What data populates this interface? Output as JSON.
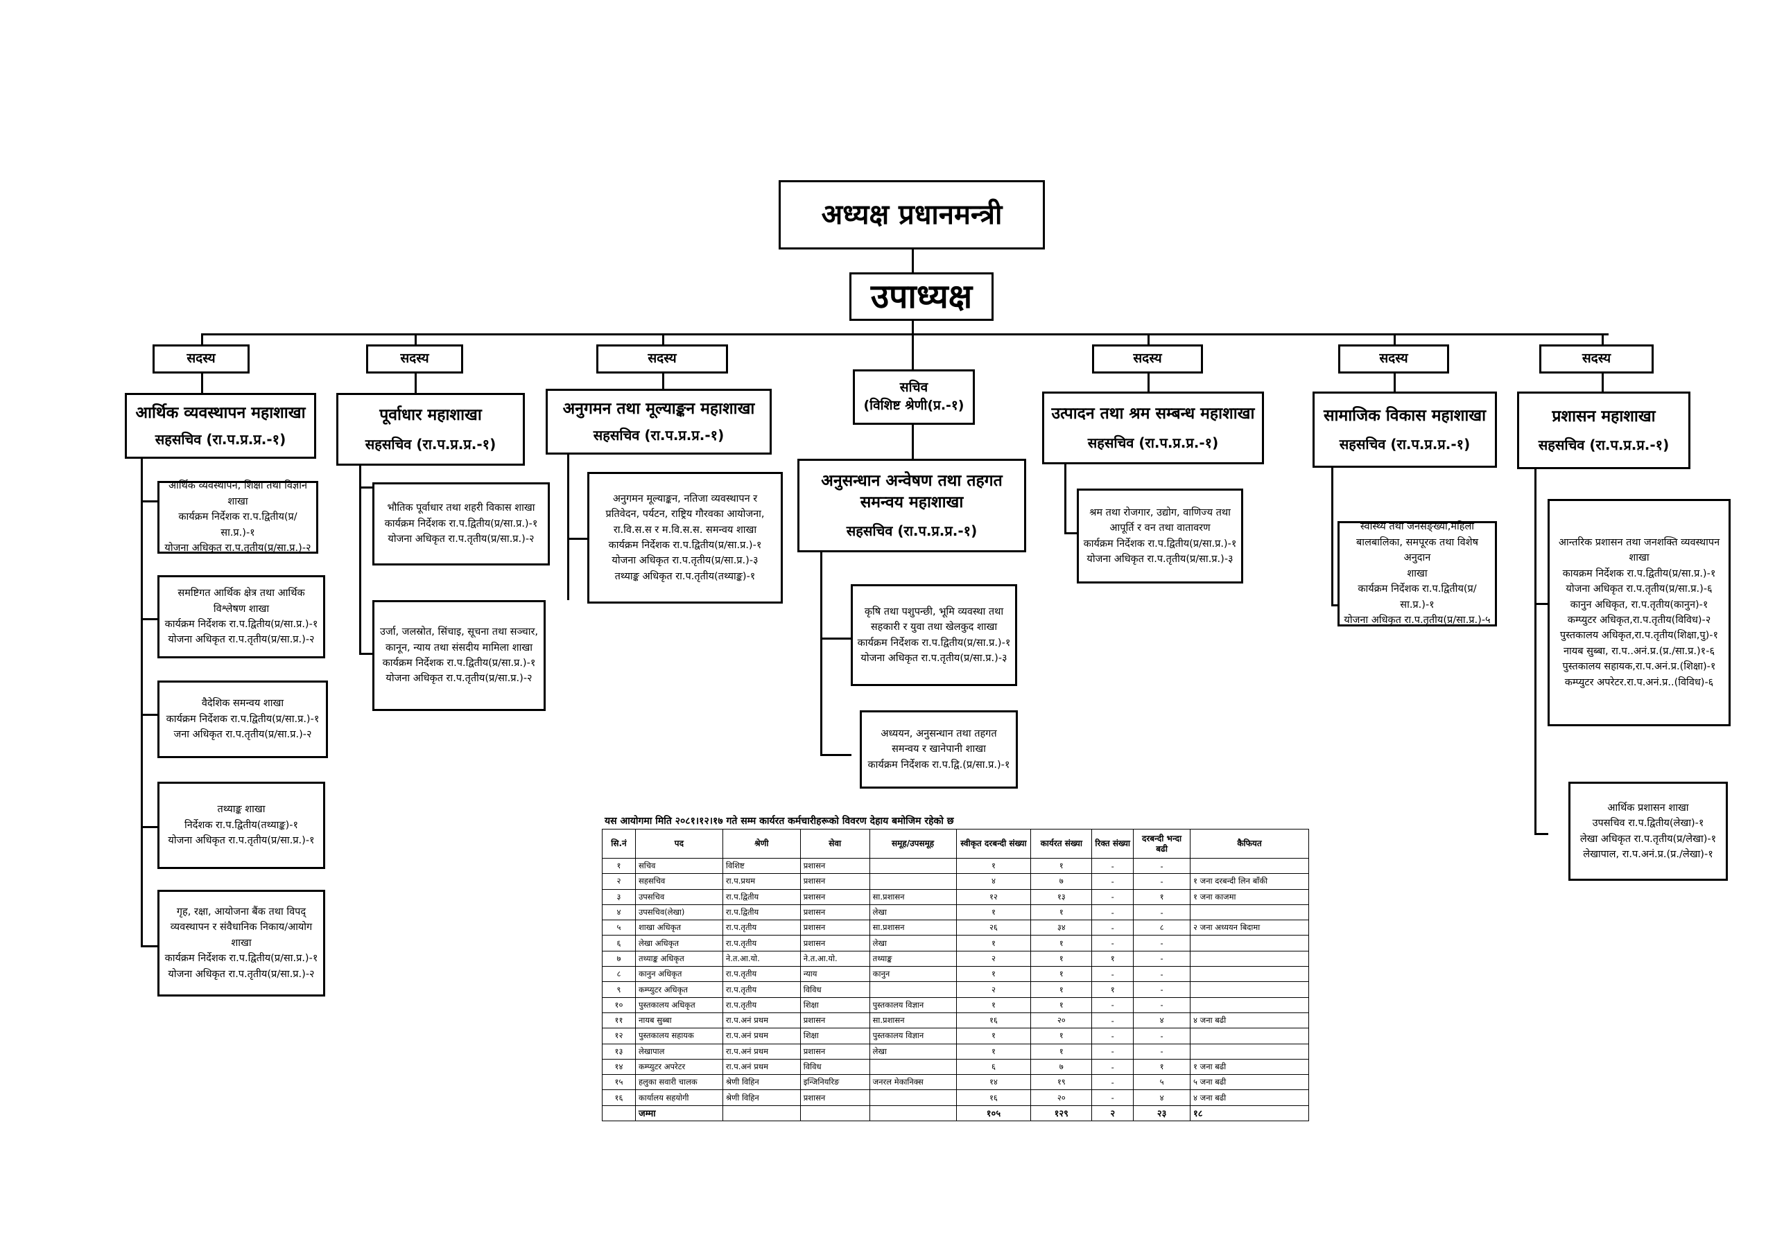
{
  "chairman": "अध्यक्ष प्रधानमन्त्री",
  "vice_chairman": "उपाध्यक्ष",
  "member_label": "सदस्य",
  "secretary": {
    "line1": "सचिव",
    "line2": "(विशिष्ट श्रेणी(प्र.-१)"
  },
  "divisions": [
    {
      "name": "आर्थिक व्यवस्थापन महाशाखा",
      "head": "सहसचिव (रा.प.प्र.प्र.-१)",
      "sections": [
        [
          "आर्थिक व्यवस्थापन, शिक्षा तथा विज्ञान",
          "शाखा",
          "कार्यक्रम निर्देशक रा.प.द्वितीय(प्र/सा.प्र.)-१",
          "योजना अधिकृत रा.प.तृतीय(प्र/सा.प्र.)-२"
        ],
        [
          "समष्टिगत आर्थिक क्षेत्र तथा आर्थिक",
          "विश्लेषण शाखा",
          "कार्यक्रम निर्देशक रा.प.द्वितीय(प्र/सा.प्र.)-१",
          "योजना अधिकृत रा.प.तृतीय(प्र/सा.प्र.)-२"
        ],
        [
          "वैदेशिक समन्वय शाखा",
          "कार्यक्रम निर्देशक रा.प.द्वितीय(प्र/सा.प्र.)-१",
          "जना अधिकृत रा.प.तृतीय(प्र/सा.प्र.)-२"
        ],
        [
          "तथ्याङ्क शाखा",
          "निर्देशक रा.प.द्वितीय(तथ्याङ्क)-१",
          "योजना अधिकृत रा.प.तृतीय(प्र/सा.प्र.)-१"
        ],
        [
          "गृह, रक्षा, आयोजना बैंक तथा विपद्",
          "व्यवस्थापन र संवैधानिक निकाय/आयोग",
          "शाखा",
          "कार्यक्रम निर्देशक रा.प.द्वितीय(प्र/सा.प्र.)-१",
          "योजना अधिकृत रा.प.तृतीय(प्र/सा.प्र.)-२"
        ]
      ]
    },
    {
      "name": "पूर्वाधार महाशाखा",
      "head": "सहसचिव (रा.प.प्र.प्र.-१)",
      "sections": [
        [
          "भौतिक पूर्वाधार तथा शहरी विकास शाखा",
          "कार्यक्रम निर्देशक रा.प.द्वितीय(प्र/सा.प्र.)-१",
          "योजना अधिकृत रा.प.तृतीय(प्र/सा.प्र.)-२"
        ],
        [
          "उर्जा, जलस्रोत, सिंचाइ, सूचना तथा सञ्चार,",
          "कानून, न्याय तथा संसदीय मामिला शाखा",
          "कार्यक्रम निर्देशक रा.प.द्वितीय(प्र/सा.प्र.)-१",
          "योजना अधिकृत रा.प.तृतीय(प्र/सा.प्र.)-२"
        ]
      ]
    },
    {
      "name": "अनुगमन तथा मूल्याङ्कन महाशाखा",
      "head": "सहसचिव (रा.प.प्र.प्र.-१)",
      "sections": [
        [
          "अनुगमन मूल्याङ्कन, नतिजा व्यवस्थापन र",
          "प्रतिवेदन, पर्यटन, राष्ट्रिय गौरवका आयोजना,",
          "रा.वि.स.स र म.वि.स.स. समन्वय शाखा",
          "कार्यक्रम निर्देशक रा.प.द्वितीय(प्र/सा.प्र.)-१",
          "योजना अधिकृत रा.प.तृतीय(प्र/सा.प्र.)-३",
          "तथ्याङ्क अधिकृत रा.प.तृतीय(तथ्याङ्क)-१"
        ]
      ]
    },
    {
      "name1": "अनुसन्धान अन्वेषण तथा तहगत",
      "name2": "समन्वय महाशाखा",
      "head": "सहसचिव (रा.प.प्र.प्र.-१)",
      "sections": [
        [
          "कृषि तथा पशुपन्छी, भूमि व्यवस्था तथा",
          "सहकारी र युवा तथा खेलकुद शाखा",
          "कार्यक्रम निर्देशक रा.प.द्वितीय(प्र/सा.प्र.)-१",
          "योजना अधिकृत रा.प.तृतीय(प्र/सा.प्र.)-३"
        ],
        [
          "अध्ययन, अनुसन्धान तथा तहगत",
          "समन्वय र खानेपानी शाखा",
          "कार्यक्रम निर्देशक रा.प.द्वि.(प्र/सा.प्र.)-१"
        ]
      ]
    },
    {
      "name": "उत्पादन तथा श्रम सम्बन्ध महाशाखा",
      "head": "सहसचिव (रा.प.प्र.प्र.-१)",
      "sections": [
        [
          "श्रम तथा रोजगार, उद्योग, वाणिज्य तथा",
          "आपूर्ति र वन तथा वातावरण",
          "कार्यक्रम निर्देशक रा.प.द्वितीय(प्र/सा.प्र.)-१",
          "योजना अधिकृत रा.प.तृतीय(प्र/सा.प्र.)-३"
        ]
      ]
    },
    {
      "name": "सामाजिक विकास महाशाखा",
      "head": "सहसचिव (रा.प.प्र.प्र.-१)",
      "sections": [
        [
          "स्वास्थ्य तथा जनसङ्ख्या,महिला",
          "बालबालिका, समपूरक तथा विशेष अनुदान",
          "शाखा",
          "कार्यक्रम निर्देशक रा.प.द्वितीय(प्र/सा.प्र.)-१",
          "योजना अधिकृत रा.प.तृतीय(प्र/सा.प्र.)-५"
        ]
      ]
    },
    {
      "name": "प्रशासन महाशाखा",
      "head": "सहसचिव (रा.प.प्र.प्र.-१)",
      "sections": [
        [
          "आन्तरिक प्रशासन तथा जनशक्ति व्यवस्थापन",
          "शाखा",
          "कायक्रम निर्देशक रा.प.द्वितीय(प्र/सा.प्र.)-१",
          "योजना अधिकृत रा.प.तृतीय(प्र/सा.प्र.)-६",
          "कानुन अधिकृत, रा.प.तृतीय(कानुन)-१",
          "कम्प्युटर अधिकृत,रा.प.तृतीय(विविध)-२",
          "पुस्तकालय अधिकृत,रा.प.तृतीय(शिक्षा,पु)-१",
          "नायब सुब्बा, रा.प..अनं.प्र.(प्र./सा.प्र.)१-६",
          "पुस्तकालय सहायक,रा.प.अनं.प्र.(शिक्षा)-१",
          "कम्प्युटर अपरेटर.रा.प.अनं.प्र..(विविध)-६"
        ],
        [
          "आर्थिक प्रशासन शाखा",
          "उपसचिव रा.प.द्वितीय(लेखा)-१",
          "लेखा अधिकृत रा.प.तृतीय(प्र/लेखा)-१",
          "लेखापाल, रा.प.अनं.प्र.(प्र./लेखा)-१"
        ]
      ]
    }
  ],
  "staff_table": {
    "caption": "यस आयोगमा मिति २०८१।१२।१७ गते सम्म कार्यरत कर्मचारीहरूको विवरण देहाय बमोजिम रहेको छ",
    "headers": [
      "सि.नं",
      "पद",
      "श्रेणी",
      "सेवा",
      "समूह/उपसमूह",
      "स्वीकृत दरबन्दी संख्या",
      "कार्यरत संख्या",
      "रिक्त संख्या",
      "दरबन्दी भन्दा बढी",
      "कैफियत"
    ],
    "rows": [
      [
        "१",
        "सचिव",
        "विशिष्ट",
        "प्रशासन",
        "",
        "१",
        "१",
        "-",
        "-",
        ""
      ],
      [
        "२",
        "सहसचिव",
        "रा.प.प्रथम",
        "प्रशासन",
        "",
        "४",
        "७",
        "-",
        "-",
        "१ जना दरबन्दी लिन बाँकी"
      ],
      [
        "३",
        "उपसचिव",
        "रा.प.द्वितीय",
        "प्रशासन",
        "सा.प्रशासन",
        "१२",
        "१३",
        "-",
        "१",
        "१ जना काजमा"
      ],
      [
        "४",
        "उपसचिव(लेखा)",
        "रा.प.द्वितीय",
        "प्रशासन",
        "लेखा",
        "१",
        "१",
        "-",
        "-",
        ""
      ],
      [
        "५",
        "शाखा अधिकृत",
        "रा.प.तृतीय",
        "प्रशासन",
        "सा.प्रशासन",
        "२६",
        "३४",
        "-",
        "८",
        "२ जना अध्ययन बिदामा"
      ],
      [
        "६",
        "लेखा अधिकृत",
        "रा.प.तृतीय",
        "प्रशासन",
        "लेखा",
        "१",
        "१",
        "-",
        "-",
        ""
      ],
      [
        "७",
        "तथ्याङ्क अधिकृत",
        "ने.त.आ.यो.",
        "ने.त.आ.यो.",
        "तथ्याङ्क",
        "२",
        "१",
        "१",
        "-",
        ""
      ],
      [
        "८",
        "कानुन अधिकृत",
        "रा.प.तृतीय",
        "न्याय",
        "कानुन",
        "१",
        "१",
        "-",
        "-",
        ""
      ],
      [
        "९",
        "कम्प्युटर अधिकृत",
        "रा.प.तृतीय",
        "विविध",
        "",
        "२",
        "१",
        "१",
        "-",
        ""
      ],
      [
        "१०",
        "पुस्तकालय अधिकृत",
        "रा.प.तृतीय",
        "शिक्षा",
        "पुस्तकालय विज्ञान",
        "१",
        "१",
        "-",
        "-",
        ""
      ],
      [
        "११",
        "नायब सुब्बा",
        "रा.प.अनं प्रथम",
        "प्रशासन",
        "सा.प्रशासन",
        "१६",
        "२०",
        "-",
        "४",
        "४ जना बढी"
      ],
      [
        "१२",
        "पुस्तकालय सहायक",
        "रा.प.अनं प्रथम",
        "शिक्षा",
        "पुस्तकालय विज्ञान",
        "१",
        "१",
        "-",
        "-",
        ""
      ],
      [
        "१३",
        "लेखापाल",
        "रा.प.अनं प्रथम",
        "प्रशासन",
        "लेखा",
        "१",
        "१",
        "-",
        "-",
        ""
      ],
      [
        "१४",
        "कम्प्युटर अपरेटर",
        "रा.प.अनं प्रथम",
        "विविध",
        "",
        "६",
        "७",
        "-",
        "१",
        "१ जना बढी"
      ],
      [
        "१५",
        "हलुका सवारी चालक",
        "श्रेणी विहिन",
        "इन्जिनियरिङ",
        "जनरल मेकानिक्स",
        "१४",
        "१९",
        "-",
        "५",
        "५ जना बढी"
      ],
      [
        "१६",
        "कार्यालय सहयोगी",
        "श्रेणी विहिन",
        "प्रशासन",
        "",
        "१६",
        "२०",
        "-",
        "४",
        "४ जना बढी"
      ]
    ],
    "total": {
      "label": "जम्मा",
      "sanctioned": "१०५",
      "working": "१२९",
      "vacant": "२",
      "excess": "२३",
      "remarks": "१८"
    }
  }
}
